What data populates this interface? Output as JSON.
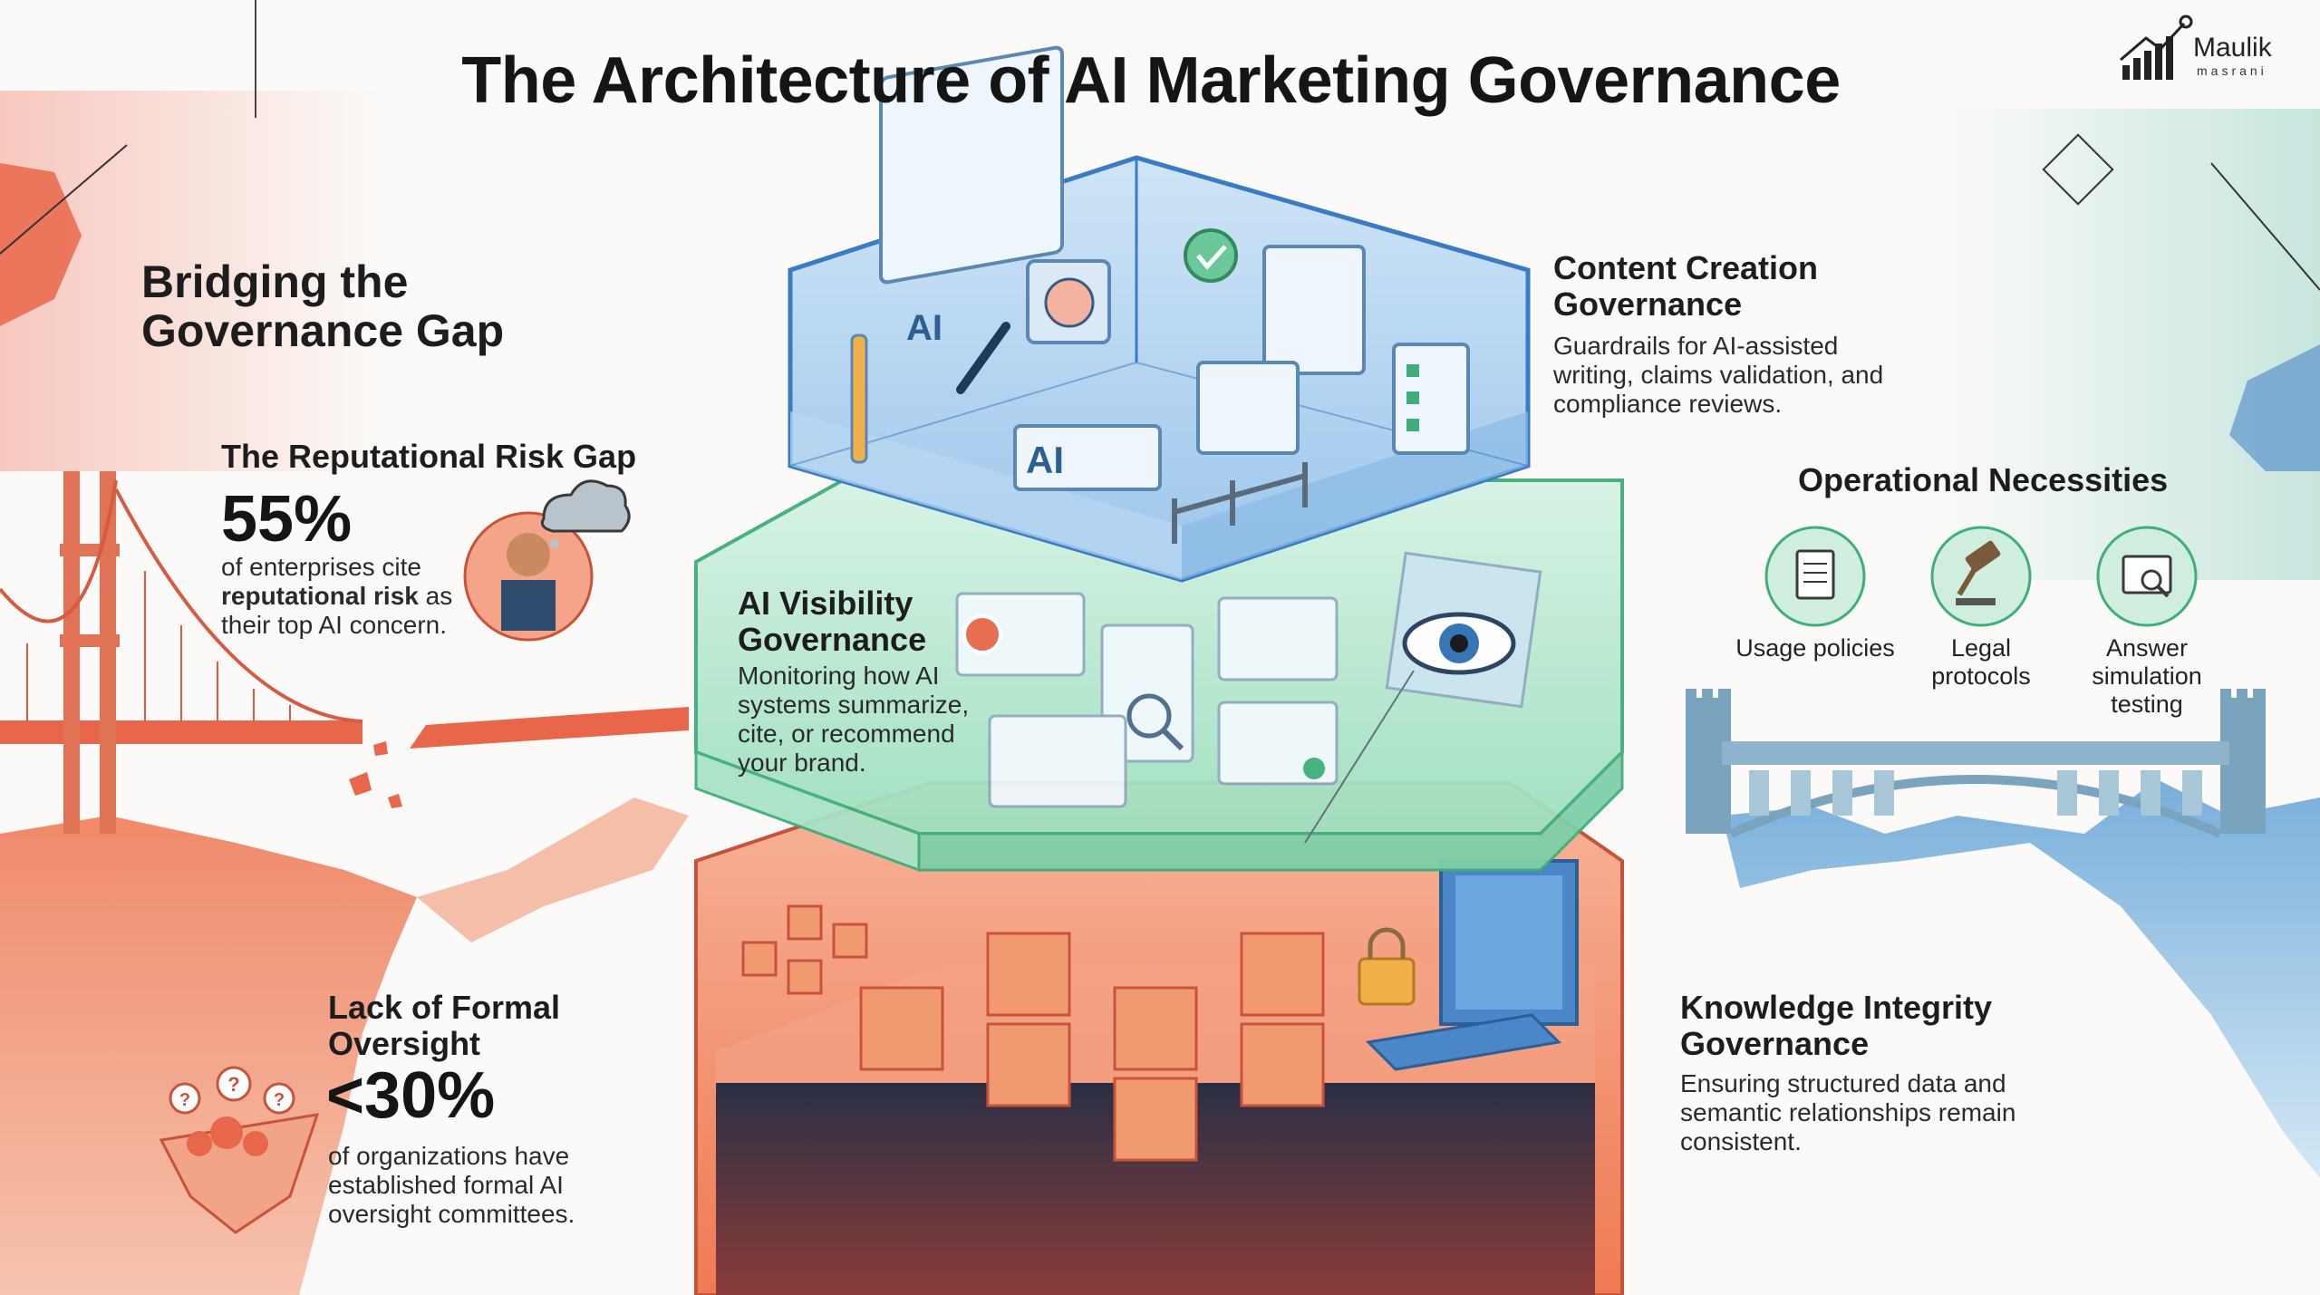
{
  "title": "The Architecture of AI Marketing Governance",
  "logo": {
    "name": "Maulik",
    "sub": "masrani"
  },
  "left": {
    "heading": "Bridging the Governance Gap",
    "risk": {
      "title": "The Reputational Risk Gap",
      "stat": "55%",
      "text_a": "of enterprises cite",
      "text_bold": "reputational risk",
      "text_b": "as their top AI concern."
    },
    "oversight": {
      "title": "Lack of Formal Oversight",
      "stat": "<30%",
      "text": "of organizations have established formal AI oversight committees."
    }
  },
  "layers": {
    "content": {
      "title": "Content Creation Governance",
      "text": "Guardrails for AI-assisted writing, claims validation, and compliance reviews.",
      "tag_1": "AI",
      "tag_2": "AI"
    },
    "visibility": {
      "title": "AI Visibility Governance",
      "text": "Monitoring how AI systems summarize, cite, or recommend your brand."
    },
    "knowledge": {
      "title": "Knowledge Integrity Governance",
      "text": "Ensuring structured data and semantic relationships remain consistent."
    }
  },
  "operational": {
    "title": "Operational Necessities",
    "items": [
      {
        "label": "Usage policies",
        "icon": "document-icon"
      },
      {
        "label": "Legal protocols",
        "icon": "gavel-icon"
      },
      {
        "label": "Answer simulation testing",
        "icon": "search-screen-icon"
      }
    ]
  },
  "colors": {
    "top_layer": "#7eb3e6",
    "middle_layer": "#8fd9b6",
    "bottom_layer": "#ef7a52",
    "ops_circle": "#cfeedd",
    "accent_red": "#e8674a",
    "accent_blue": "#4a86c8"
  }
}
